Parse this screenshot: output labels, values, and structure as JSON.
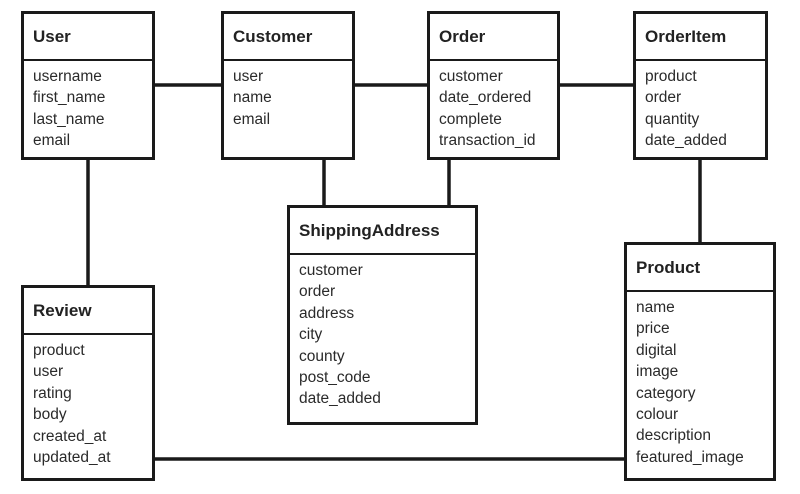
{
  "line_color": "#1a1a1a",
  "entities": {
    "user": {
      "title": "User",
      "fields": [
        "username",
        "first_name",
        "last_name",
        "email"
      ]
    },
    "customer": {
      "title": "Customer",
      "fields": [
        "user",
        "name",
        "email"
      ]
    },
    "order": {
      "title": "Order",
      "fields": [
        "customer",
        "date_ordered",
        "complete",
        "transaction_id"
      ]
    },
    "orderitem": {
      "title": "OrderItem",
      "fields": [
        "product",
        "order",
        "quantity",
        "date_added"
      ]
    },
    "shippingaddress": {
      "title": "ShippingAddress",
      "fields": [
        "customer",
        "order",
        "address",
        "city",
        "county",
        "post_code",
        "date_added"
      ]
    },
    "review": {
      "title": "Review",
      "fields": [
        "product",
        "user",
        "rating",
        "body",
        "created_at",
        "updated_at"
      ]
    },
    "product": {
      "title": "Product",
      "fields": [
        "name",
        "price",
        "digital",
        "image",
        "category",
        "colour",
        "description",
        "featured_image"
      ]
    }
  }
}
